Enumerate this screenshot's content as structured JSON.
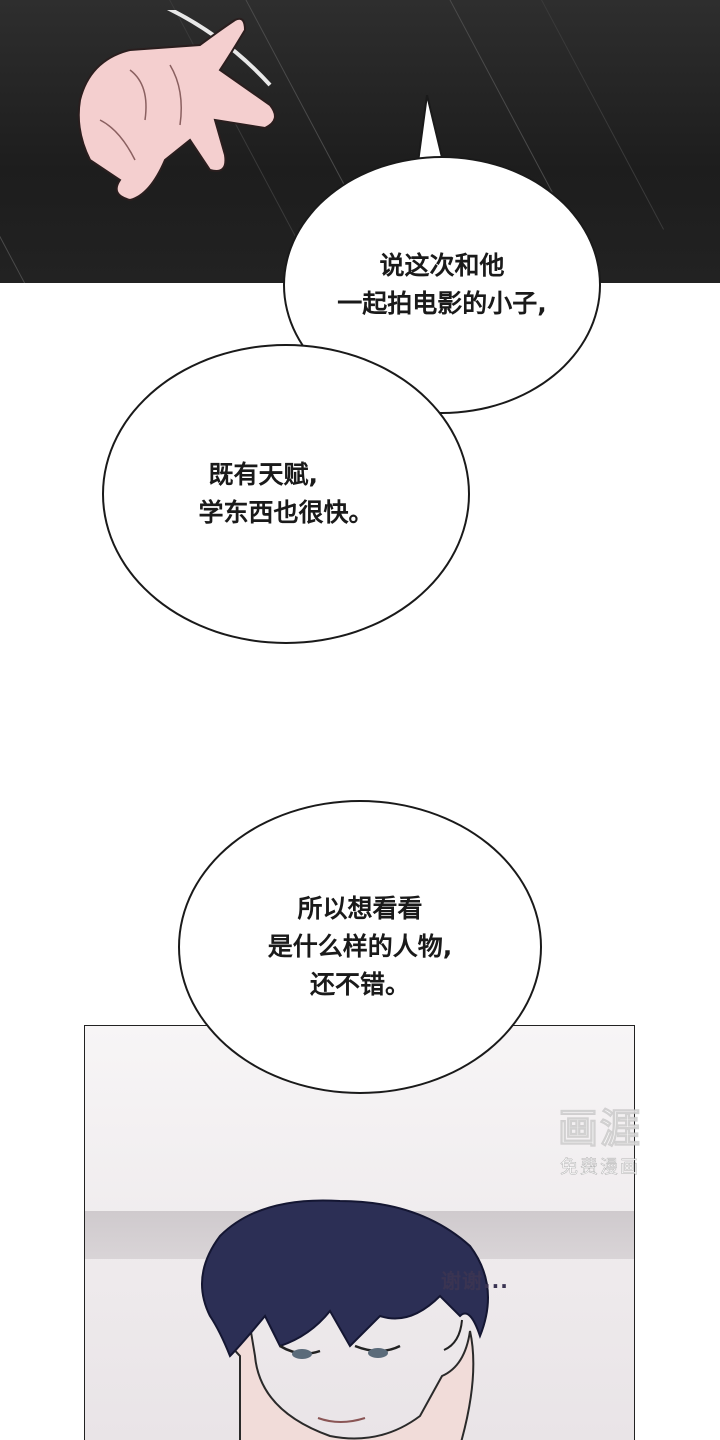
{
  "bubbles": {
    "top": {
      "line1": "说这次和他",
      "line2": "一起拍电影的小子,"
    },
    "middle": {
      "line1": "既有天赋,",
      "line2": "学东西也很快。"
    },
    "lower": {
      "line1": "所以想看看",
      "line2": "是什么样的人物,",
      "line3": "还不错。"
    }
  },
  "dialogue": {
    "text": "谢谢..."
  },
  "watermark": {
    "logo": "画涯",
    "sub": "免费漫画"
  },
  "colors": {
    "dark_panel": "#222222",
    "bubble_border": "#1a1a1a",
    "dialogue": "#3a3452",
    "hair": "#2c2f55"
  }
}
